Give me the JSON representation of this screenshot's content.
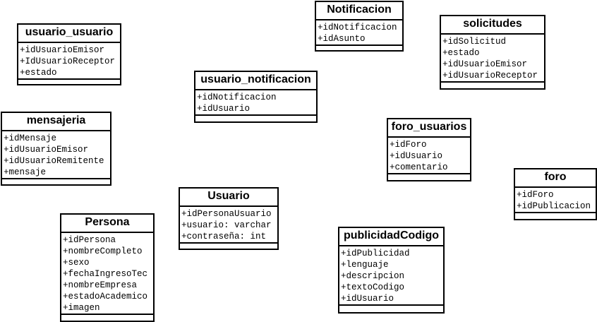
{
  "classes": [
    {
      "id": "usuario_usuario",
      "name": "usuario_usuario",
      "attributes": [
        "+idUsuarioEmisor",
        "+IdUsuarioReceptor",
        "+estado"
      ]
    },
    {
      "id": "notificacion",
      "name": "Notificacion",
      "attributes": [
        "+idNotificacion",
        "+idAsunto"
      ]
    },
    {
      "id": "solicitudes",
      "name": "solicitudes",
      "attributes": [
        "+idSolicitud",
        "+estado",
        "+idUsuarioEmisor",
        "+idUsuarioReceptor"
      ]
    },
    {
      "id": "usuario_notificacion",
      "name": "usuario_notificacion",
      "attributes": [
        "+idNotificacion",
        "+idUsuario"
      ]
    },
    {
      "id": "mensajeria",
      "name": "mensajeria",
      "attributes": [
        "+idMensaje",
        "+idUsuarioEmisor",
        "+idUsuarioRemitente",
        "+mensaje"
      ]
    },
    {
      "id": "foro_usuarios",
      "name": "foro_usuarios",
      "attributes": [
        "+idForo",
        "+idUsuario",
        "+comentario"
      ]
    },
    {
      "id": "foro",
      "name": "foro",
      "attributes": [
        "+idForo",
        "+idPublicacion"
      ]
    },
    {
      "id": "usuario",
      "name": "Usuario",
      "attributes": [
        "+idPersonaUsuario",
        "+usuario: varchar",
        "+contraseña: int"
      ]
    },
    {
      "id": "persona",
      "name": "Persona",
      "attributes": [
        "+idPersona",
        "+nombreCompleto",
        "+sexo",
        "+fechaIngresoTec",
        "+nombreEmpresa",
        "+estadoAcademico",
        "+imagen"
      ]
    },
    {
      "id": "publicidadCodigo",
      "name": "publicidadCodigo",
      "attributes": [
        "+idPublicidad",
        "+lenguaje",
        "+descripcion",
        "+textoCodigo",
        "+idUsuario"
      ]
    }
  ]
}
